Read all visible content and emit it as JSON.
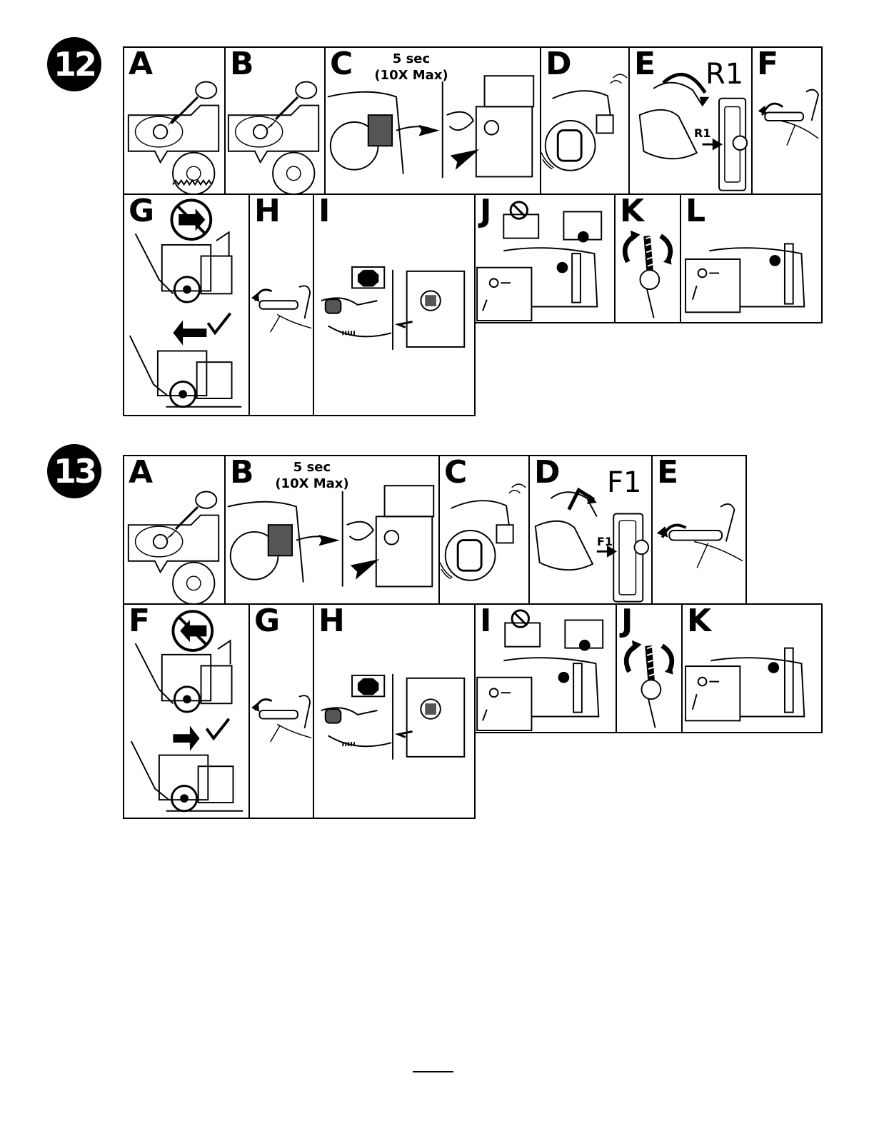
{
  "figure12": {
    "number": "12",
    "panels": {
      "A": "A",
      "B": "B",
      "C": "C",
      "D": "D",
      "E": "E",
      "F": "F",
      "G": "G",
      "H": "H",
      "I": "I",
      "J": "J",
      "K": "K",
      "L": "L"
    },
    "c_caption_line1": "5 sec",
    "c_caption_line2": "(10X Max)",
    "e_gear_big": "R1",
    "e_gear_small": "R1"
  },
  "figure13": {
    "number": "13",
    "panels": {
      "A": "A",
      "B": "B",
      "C": "C",
      "D": "D",
      "E": "E",
      "F": "F",
      "G": "G",
      "H": "H",
      "I": "I",
      "J": "J",
      "K": "K"
    },
    "b_caption_line1": "5 sec",
    "b_caption_line2": "(10X Max)",
    "d_gear_big": "F1",
    "d_gear_small": "F1"
  }
}
